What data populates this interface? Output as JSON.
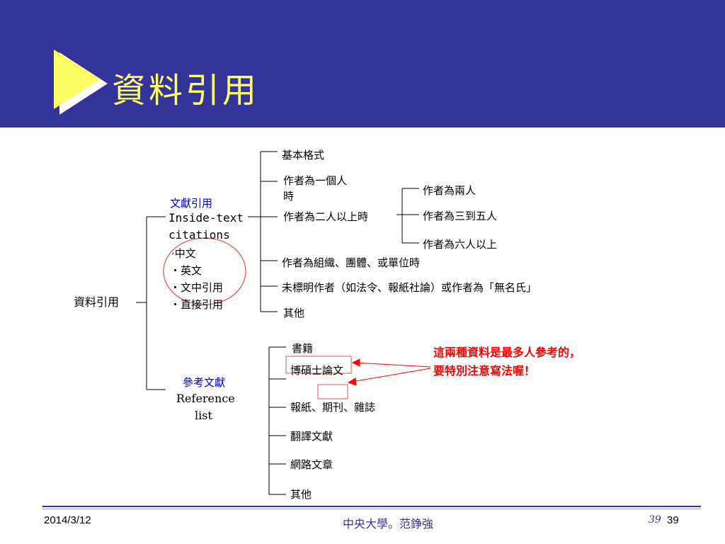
{
  "slide": {
    "title": "資料引用",
    "accent_color": "#333399",
    "title_color": "#ffff66",
    "icons": [
      "play-arrow-icon"
    ]
  },
  "tree": {
    "root": "資料引用",
    "inside": {
      "label": "文獻引用",
      "en_line1": "Inside-text",
      "en_line2": "citations",
      "bullets": [
        "·中文",
        "・英文",
        "・文中引用",
        "・直接引用"
      ],
      "children": {
        "basic": "基本格式",
        "one_author_l1": "作者為一個人",
        "one_author_l2": "時",
        "multi_authors": "作者為二人以上時",
        "multi_children": [
          "作者為兩人",
          "作者為三到五人",
          "作者為六人以上"
        ],
        "org": "作者為組織、團體、或單位時",
        "anon": "未標明作者（如法令、報紙社論）或作者為「無名氏」",
        "other": "其他"
      }
    },
    "reference": {
      "label": "參考文獻",
      "en_line1": "Reference",
      "en_line2": "list",
      "children": [
        "書籍",
        "博碩士論文",
        "報紙、期刊、雜誌",
        "翻譯文獻",
        "網路文章",
        "其他"
      ]
    },
    "note_line1": "這兩種資料是最多人參考的，",
    "note_line2": "要特別注意寫法喔！",
    "note_color": "#ff0000"
  },
  "footer": {
    "date": "2014/3/12",
    "center": "中央大學。范錚強",
    "page_italic": "39",
    "page": "39"
  }
}
